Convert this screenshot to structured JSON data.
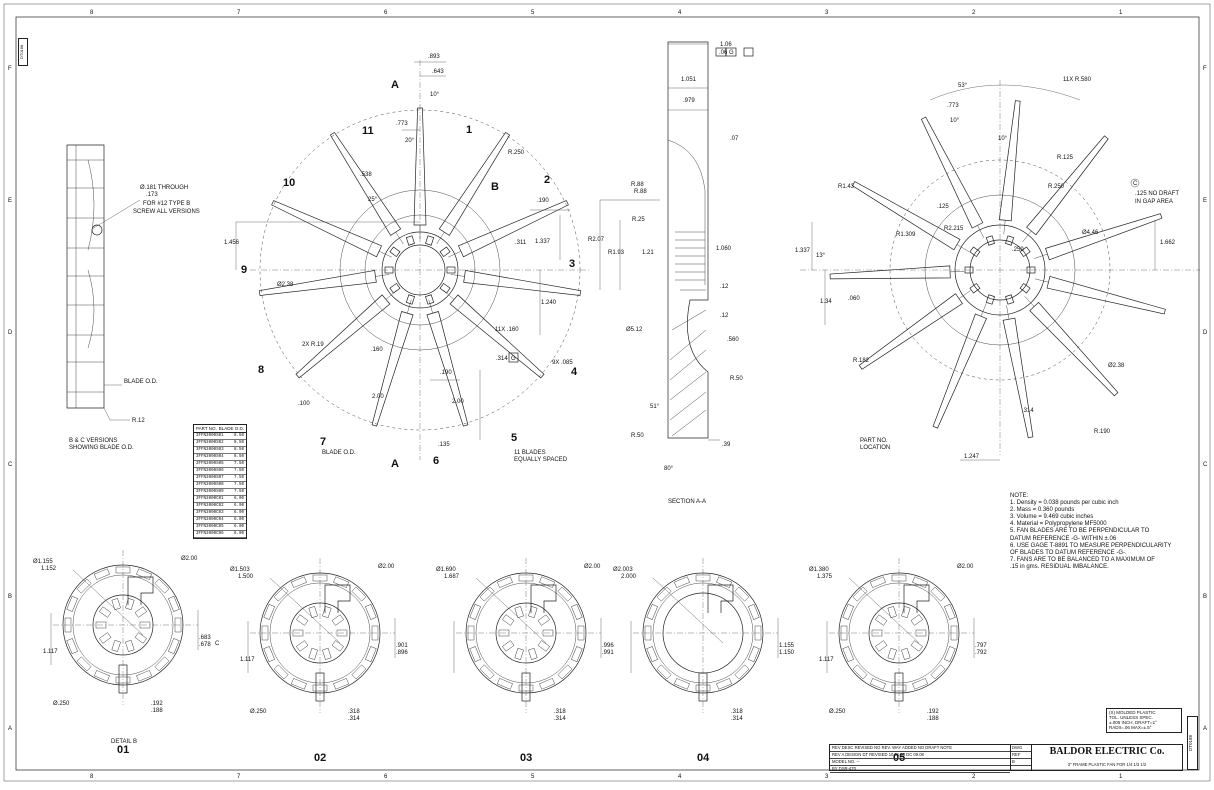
{
  "sheet": {
    "zones_top": [
      "8",
      "7",
      "6",
      "5",
      "4",
      "3",
      "2",
      "1"
    ],
    "zones_side": [
      "F",
      "E",
      "D",
      "C",
      "B",
      "A"
    ],
    "side_tag": "DT0188",
    "right_tag": "DT0188"
  },
  "blade_labels": [
    "1",
    "2",
    "3",
    "4",
    "5",
    "6",
    "7",
    "8",
    "9",
    "10",
    "11"
  ],
  "section_markers": {
    "a_top": "A",
    "a_bottom": "A",
    "b": "B"
  },
  "left_view": {
    "hole_note": [
      "Ø.181 THROUGH",
      ".173",
      "FOR #12 TYPE B",
      "SCREW ALL VERSIONS"
    ],
    "blade_od": "BLADE O.D.",
    "r12": "R.12",
    "versions_note": [
      "B & C VERSIONS",
      "SHOWING BLADE O.D."
    ]
  },
  "front_view": {
    "dims": [
      ".893",
      ".643",
      "10°",
      ".773",
      "20°",
      ".538",
      "25°",
      "R.250",
      ".190",
      ".311",
      "1.337",
      "1.456",
      "Ø2.38",
      "1.240",
      "11X .160",
      "2X R.19",
      ".160",
      ".314",
      "9X .085",
      ".190",
      "2.00",
      "2.00",
      ".100",
      ".135"
    ],
    "blade_od": "BLADE O.D.",
    "blades_note": [
      "11 BLADES",
      "EQUALLY SPACED"
    ],
    "datum_g": "G"
  },
  "section_view": {
    "dims": [
      "1.06",
      ".06",
      "G",
      "1.051",
      ".979",
      ".07",
      "R.88",
      "R.88",
      "R.25",
      "R2.07",
      "R1.93",
      "1.21",
      "1.060",
      ".12",
      ".12",
      ".560",
      "Ø5.12",
      "R.50",
      "51°",
      "R.50",
      ".39",
      "80°"
    ],
    "caption": "SECTION A-A"
  },
  "rear_view": {
    "dims": [
      "53°",
      "11X R.580",
      ".773",
      "10°",
      "10°",
      "R.125",
      "R1.43",
      "R.250",
      ".125",
      "R2.215",
      "R1.309",
      ".250",
      "Ø4.46",
      "1.337",
      "13°",
      "1.662",
      "1.34",
      ".060",
      "R.182",
      "Ø2.38",
      ".314",
      "R.190",
      "1.247"
    ],
    "draft_note": [
      ".125 NO DRAFT",
      "IN GAP AREA"
    ],
    "part_no": [
      "PART NO.",
      "LOCATION"
    ],
    "c_mark": "C"
  },
  "parts_table": {
    "headers": [
      "PART NO.",
      "BLADE O.D."
    ],
    "rows": [
      [
        "3FFN3000S01",
        "8.50"
      ],
      [
        "3FFN3000S02",
        "8.50"
      ],
      [
        "3FFN3000S03",
        "8.50"
      ],
      [
        "3FFN3000S04",
        "8.50"
      ],
      [
        "3FFN3000S05",
        "7.50"
      ],
      [
        "3FFN3000S06",
        "7.50"
      ],
      [
        "3FFN3000S07",
        "7.50"
      ],
      [
        "3FFN3000S08",
        "7.50"
      ],
      [
        "3FFN3000S09",
        "7.50"
      ],
      [
        "3FFN3000C01",
        "6.00"
      ],
      [
        "3FFN3000C02",
        "6.00"
      ],
      [
        "3FFN3000C03",
        "6.00"
      ],
      [
        "3FFN3000C04",
        "6.00"
      ],
      [
        "3FFN3000C05",
        "6.00"
      ],
      [
        "3FFN3000C06",
        "6.00"
      ]
    ]
  },
  "notes": {
    "title": "NOTE:",
    "lines": [
      "1. Density = 0.038 pounds per cubic inch",
      "2. Mass = 0.360 pounds",
      "3. Volume = 9.469 cubic inches",
      "4. Material = Polypropylene MF5000",
      "5. FAN BLADES ARE TO BE PERPENDICULAR TO",
      "DATUM REFERENCE -G- WITHIN ±.06",
      "6. USE GAGE T-8891 TO MEASURE PERPENDICULARITY",
      "OF BLADES TO DATUM REFERENCE -G-.",
      "7. FANS ARE TO BE BALANCED TO A MAXIMUM OF",
      ".15 in gms. RESIDUAL IMBALANCE."
    ]
  },
  "details": [
    {
      "id": "01",
      "caption": "DETAIL B",
      "dia": "Ø1.155\n1.152",
      "od": "Ø2.00",
      "h": "1.117",
      "key": ".683\n.678",
      "bore": "Ø.250",
      "kw": ".192\n.188",
      "c": "C"
    },
    {
      "id": "02",
      "caption": "",
      "dia": "Ø1.503\n1.500",
      "od": "Ø2.00",
      "h": "1.117",
      "key": ".901\n.896",
      "bore": "Ø.250",
      "kw": ".318\n.314",
      "c": ""
    },
    {
      "id": "03",
      "caption": "",
      "dia": "Ø1.690\n1.687",
      "od": "Ø2.00",
      "h": "",
      "key": ".996\n.991",
      "bore": "",
      "kw": ".318\n.314",
      "c": ""
    },
    {
      "id": "04",
      "caption": "",
      "dia": "Ø2.003\n2.000",
      "od": "",
      "h": "",
      "key": "1.155\n1.150",
      "bore": "",
      "kw": ".318\n.314",
      "c": ""
    },
    {
      "id": "05",
      "caption": "",
      "dia": "Ø1.380\n1.375",
      "od": "Ø2.00",
      "h": "1.117",
      "key": ".797\n.792",
      "bore": "Ø.250",
      "kw": ".192\n.188",
      "c": ""
    }
  ],
  "tolerance_block": {
    "lines": [
      "(X) MOLDED PLASTIC",
      "TOL. UNLESS SPEC.",
      "±.005 INCH, DRAFT=1°",
      "RADII=.06 MAX=±.5°"
    ]
  },
  "title_block": {
    "company": "BALDOR ELECTRIC Co.",
    "title": "3\" FRAME PLASTIC FAN FOR 1/4 1/3 1/2",
    "rows": [
      "REV  DESC  REVISED NO  REV. WAY  ADDED NO DRAFT NOTE",
      "REV  A     DESIGN  DT    REVISED  10.31.08  DC 09.08",
      "MODEL NO.  --",
      "BY  DSR-470"
    ],
    "mid": [
      "DWG",
      "REF"
    ],
    "sheet_letter": "B"
  }
}
